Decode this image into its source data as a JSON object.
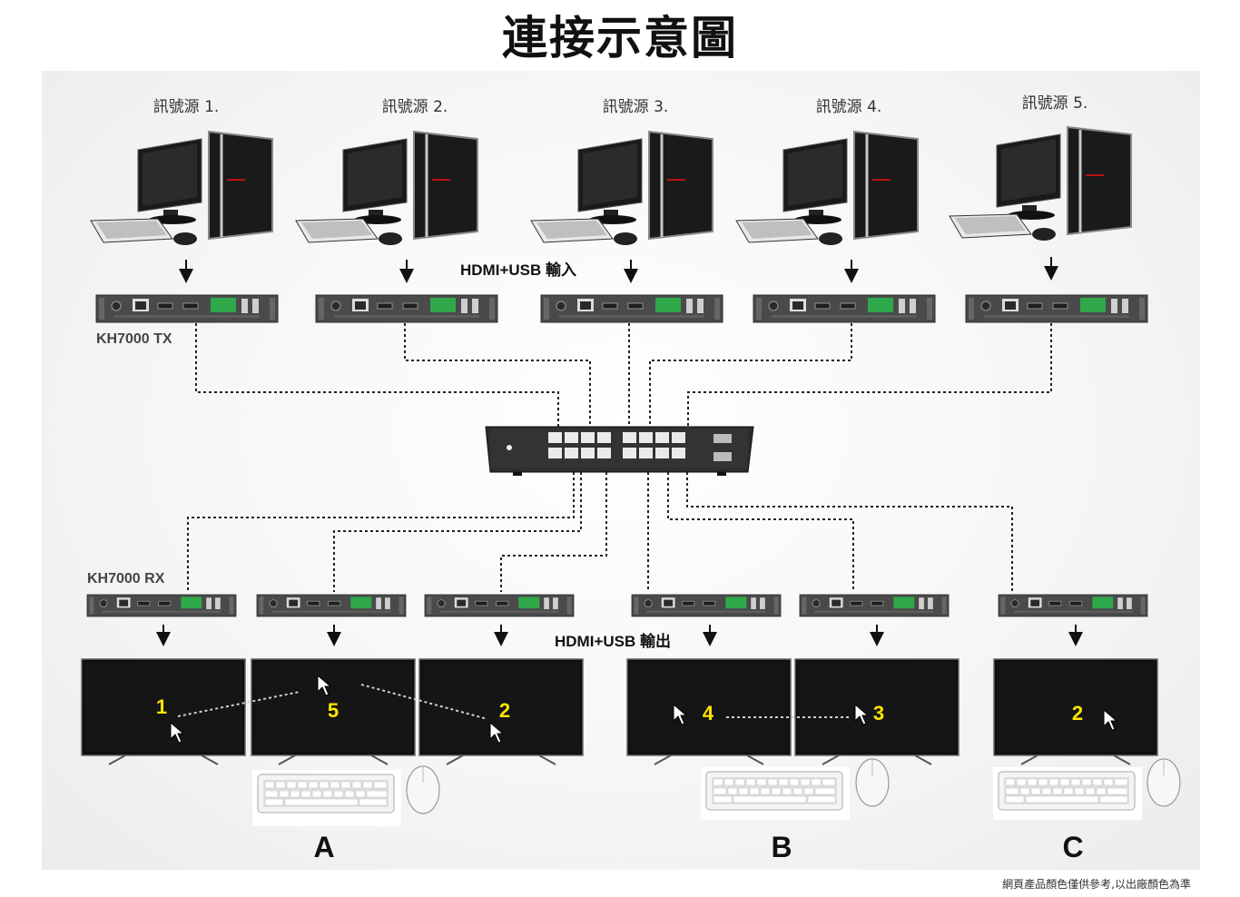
{
  "title": "連接示意圖",
  "sources": [
    {
      "label": "訊號源 1."
    },
    {
      "label": "訊號源 2."
    },
    {
      "label": "訊號源 3."
    },
    {
      "label": "訊號源 4."
    },
    {
      "label": "訊號源 5."
    }
  ],
  "input_label": "HDMI+USB 輸入",
  "output_label": "HDMI+USB 輸出",
  "tx_label": "KH7000 TX",
  "rx_label": "KH7000 RX",
  "screens": [
    {
      "number": "1"
    },
    {
      "number": "5"
    },
    {
      "number": "2"
    },
    {
      "number": "4"
    },
    {
      "number": "3"
    },
    {
      "number": "2"
    }
  ],
  "groups": [
    "A",
    "B",
    "C"
  ],
  "footer": "網頁產品顏色僅供參考,以出廠顏色為準",
  "colors": {
    "screen": "#0d0d0d",
    "number": "#ffe600",
    "terminal": "#2fa84a",
    "device": "#4a4a4a"
  }
}
